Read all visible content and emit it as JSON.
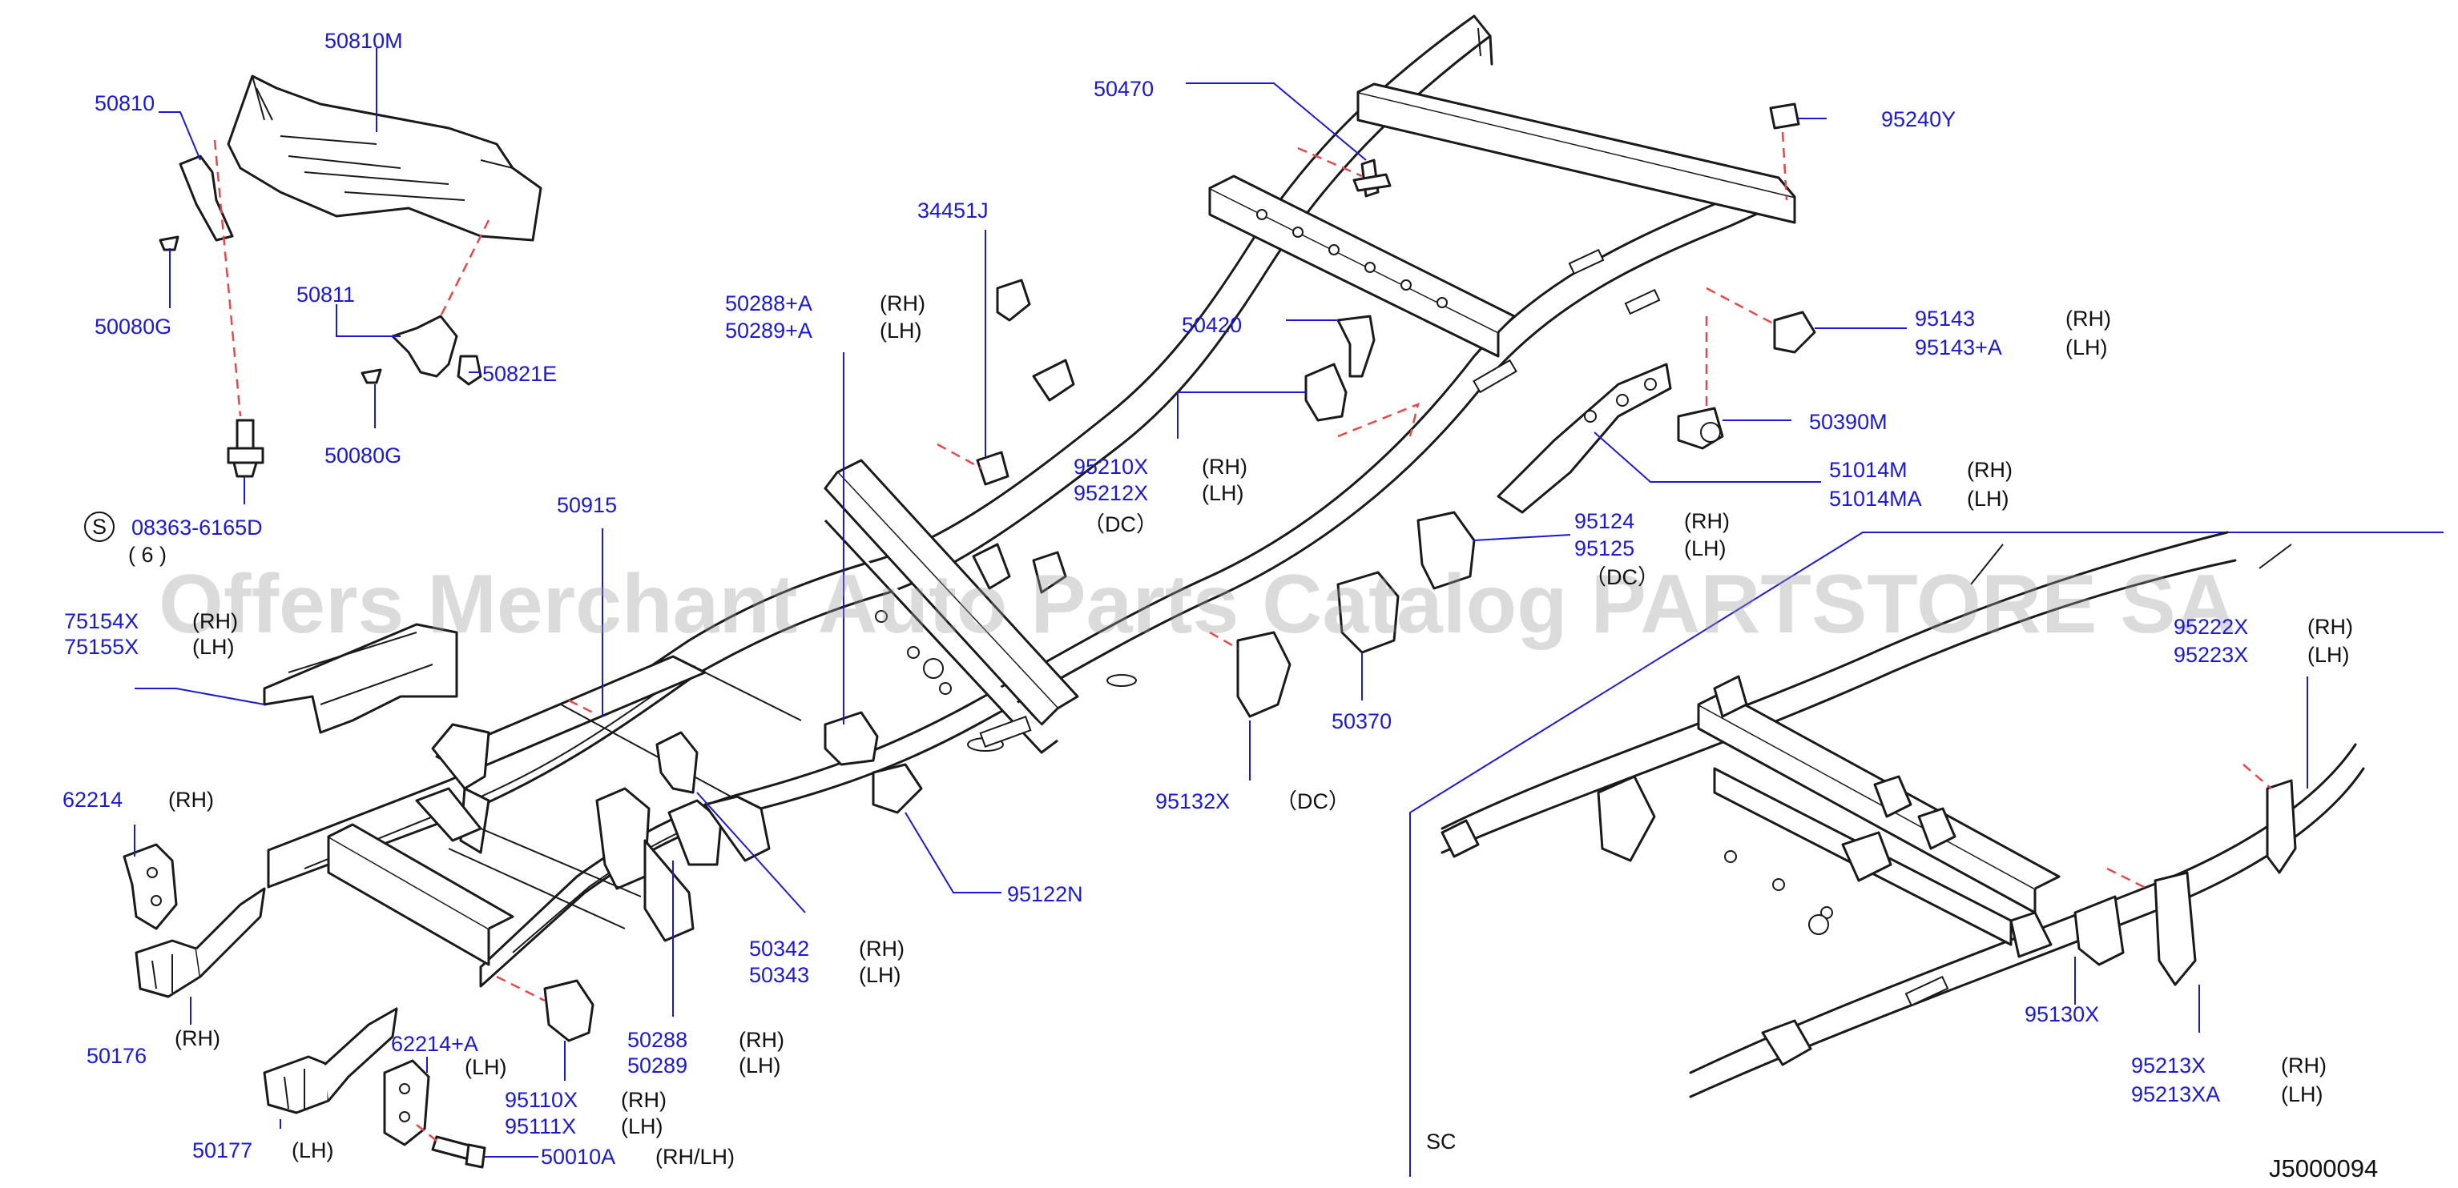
{
  "diagram": {
    "watermark": "Offers Merchant Auto Parts Catalog PARTSTORE SA",
    "ref_code": "J5000094",
    "inset_label": "SC",
    "callouts": [
      {
        "id": "c50810M",
        "parts": [
          "50810M"
        ],
        "sides": []
      },
      {
        "id": "c50810",
        "parts": [
          "50810"
        ],
        "sides": []
      },
      {
        "id": "c50080G-a",
        "parts": [
          "50080G"
        ],
        "sides": []
      },
      {
        "id": "c50811",
        "parts": [
          "50811"
        ],
        "sides": []
      },
      {
        "id": "c50821E",
        "parts": [
          "50821E"
        ],
        "sides": []
      },
      {
        "id": "c50080G-b",
        "parts": [
          "50080G"
        ],
        "sides": []
      },
      {
        "id": "c08363",
        "parts": [
          "08363-6165D"
        ],
        "sides": [
          "( 6 )"
        ],
        "prefix": "S"
      },
      {
        "id": "c50915",
        "parts": [
          "50915"
        ],
        "sides": []
      },
      {
        "id": "c75154X",
        "parts": [
          "75154X",
          "75155X"
        ],
        "sides": [
          "(RH)",
          "(LH)"
        ]
      },
      {
        "id": "c62214",
        "parts": [
          "62214"
        ],
        "sides": [
          "(RH)"
        ]
      },
      {
        "id": "c50176",
        "parts": [
          "50176"
        ],
        "sides": [
          "(RH)"
        ]
      },
      {
        "id": "c62214A",
        "parts": [
          "62214+A"
        ],
        "sides": [
          "(LH)"
        ]
      },
      {
        "id": "c50177",
        "parts": [
          "50177"
        ],
        "sides": [
          "(LH)"
        ]
      },
      {
        "id": "c95110X",
        "parts": [
          "95110X",
          "95111X"
        ],
        "sides": [
          "(RH)",
          "(LH)"
        ]
      },
      {
        "id": "c50010A",
        "parts": [
          "50010A"
        ],
        "sides": [
          "(RH/LH)"
        ]
      },
      {
        "id": "c50288",
        "parts": [
          "50288",
          "50289"
        ],
        "sides": [
          "(RH)",
          "(LH)"
        ]
      },
      {
        "id": "c50342",
        "parts": [
          "50342",
          "50343"
        ],
        "sides": [
          "(RH)",
          "(LH)"
        ]
      },
      {
        "id": "c50288A",
        "parts": [
          "50288+A",
          "50289+A"
        ],
        "sides": [
          "(RH)",
          "(LH)"
        ]
      },
      {
        "id": "c34451J",
        "parts": [
          "34451J"
        ],
        "sides": []
      },
      {
        "id": "c50470",
        "parts": [
          "50470"
        ],
        "sides": []
      },
      {
        "id": "c50420",
        "parts": [
          "50420"
        ],
        "sides": []
      },
      {
        "id": "c95210X",
        "parts": [
          "95210X",
          "95212X"
        ],
        "sides": [
          "(RH)",
          "(LH)",
          "（DC）"
        ]
      },
      {
        "id": "c95122N",
        "parts": [
          "95122N"
        ],
        "sides": []
      },
      {
        "id": "c95132X",
        "parts": [
          "95132X"
        ],
        "sides": [
          "（DC）"
        ]
      },
      {
        "id": "c50370",
        "parts": [
          "50370"
        ],
        "sides": []
      },
      {
        "id": "c95124",
        "parts": [
          "95124",
          "95125"
        ],
        "sides": [
          "(RH)",
          "(LH)",
          "（DC）"
        ]
      },
      {
        "id": "c95240Y",
        "parts": [
          "95240Y"
        ],
        "sides": []
      },
      {
        "id": "c95143",
        "parts": [
          "95143",
          "95143+A"
        ],
        "sides": [
          "(RH)",
          "(LH)"
        ]
      },
      {
        "id": "c50390M",
        "parts": [
          "50390M"
        ],
        "sides": []
      },
      {
        "id": "c51014M",
        "parts": [
          "51014M",
          "51014MA"
        ],
        "sides": [
          "(RH)",
          "(LH)"
        ]
      },
      {
        "id": "c95222X",
        "parts": [
          "95222X",
          "95223X"
        ],
        "sides": [
          "(RH)",
          "(LH)"
        ]
      },
      {
        "id": "c95130X",
        "parts": [
          "95130X"
        ],
        "sides": []
      },
      {
        "id": "c95213X",
        "parts": [
          "95213X",
          "95213XA"
        ],
        "sides": [
          "(RH)",
          "(LH)"
        ]
      }
    ]
  }
}
